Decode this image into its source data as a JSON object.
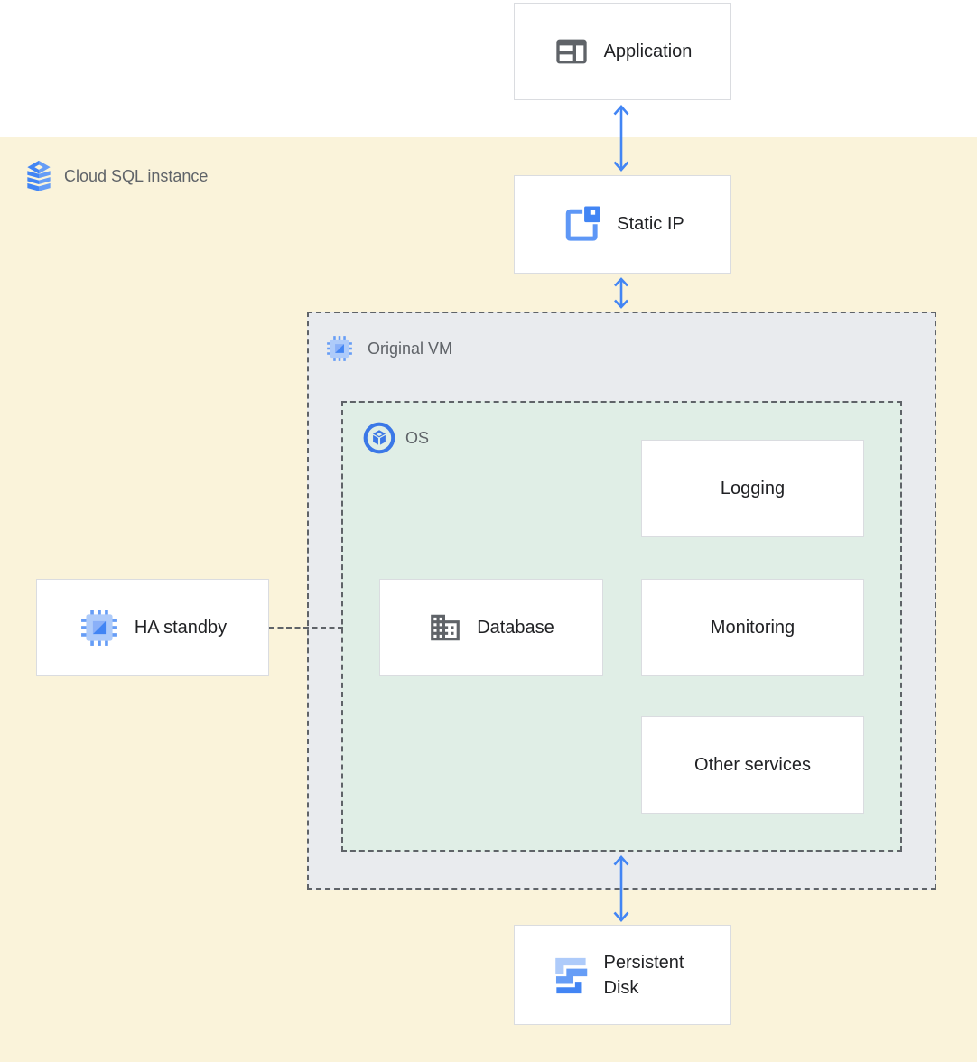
{
  "zones": {
    "cloud_sql_instance": {
      "label": "Cloud SQL instance",
      "icon": "cloud-sql-icon",
      "bg": "#faf3da"
    },
    "original_vm": {
      "label": "Original VM",
      "icon": "compute-engine-icon",
      "bg": "#e9ebee"
    },
    "os": {
      "label": "OS",
      "icon": "os-icon",
      "bg": "#e0eee6"
    }
  },
  "nodes": {
    "application": {
      "label": "Application",
      "icon": "application-window-icon"
    },
    "static_ip": {
      "label": "Static IP",
      "icon": "static-ip-icon"
    },
    "logging": {
      "label": "Logging"
    },
    "database": {
      "label": "Database",
      "icon": "building-icon"
    },
    "monitoring": {
      "label": "Monitoring"
    },
    "other_services": {
      "label": "Other services"
    },
    "ha_standby": {
      "label": "HA standby",
      "icon": "compute-engine-icon"
    },
    "persistent_disk": {
      "label": "Persistent Disk",
      "icon": "persistent-disk-icon"
    }
  },
  "connections": [
    {
      "from": "application",
      "to": "static_ip",
      "type": "bidirectional-arrow",
      "color": "#4285f4"
    },
    {
      "from": "static_ip",
      "to": "original_vm",
      "type": "bidirectional-arrow",
      "color": "#4285f4"
    },
    {
      "from": "os",
      "to": "persistent_disk",
      "type": "bidirectional-arrow",
      "color": "#4285f4"
    },
    {
      "from": "ha_standby",
      "to": "original_vm",
      "type": "dashed-line",
      "color": "#5f6368"
    }
  ],
  "colors": {
    "accent_blue": "#4285f4",
    "medium_blue": "#669df6",
    "light_blue": "#aecbfa",
    "zone_yellow": "#faf3da",
    "zone_gray": "#e9ebee",
    "zone_green": "#e0eee6",
    "node_border": "#dadce0",
    "dashed_border": "#5f6368",
    "zone_label_gray": "#5f6368",
    "node_text_dark": "#202124",
    "icon_gray": "#5f6368"
  }
}
